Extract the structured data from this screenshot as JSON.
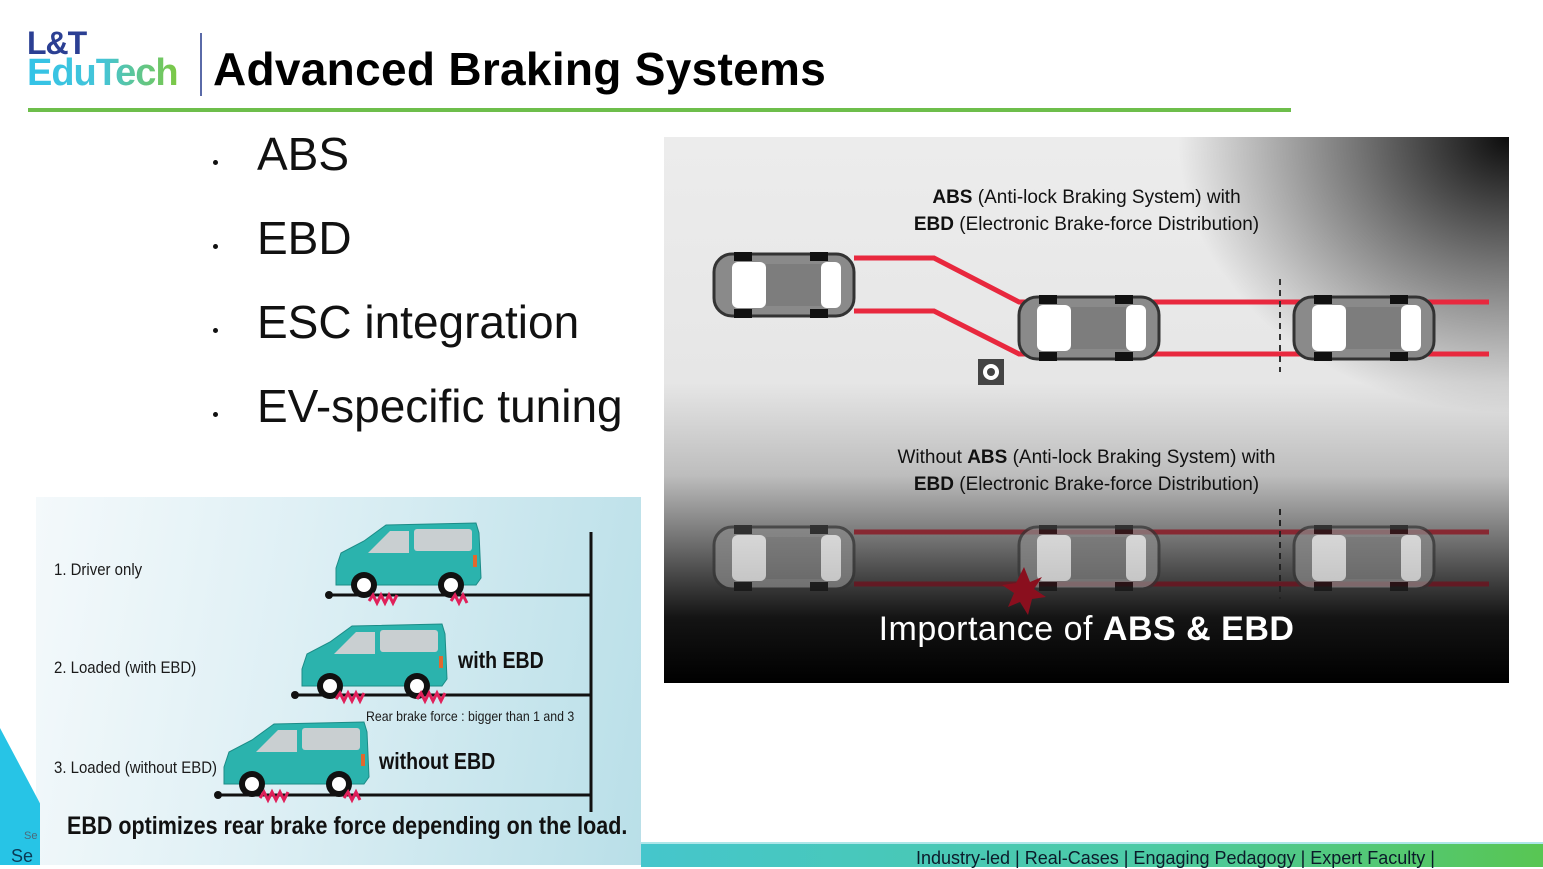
{
  "header": {
    "logo_line1": "L&T",
    "logo_line2": "EduTech",
    "title": "Advanced Braking Systems",
    "accent_color": "#6dbe4b"
  },
  "bullets": [
    "ABS",
    "EBD",
    "ESC integration",
    "EV-specific tuning"
  ],
  "abs_figure": {
    "top_caption_bold1": "ABS",
    "top_caption_line1": " (Anti-lock Braking System) with",
    "top_caption_bold2": "EBD",
    "top_caption_line2": " (Electronic Brake-force Distribution)",
    "bottom_caption_prefix": "Without ",
    "bottom_caption_bold1": "ABS",
    "bottom_caption_line1": " (Anti-lock Braking System) with",
    "bottom_caption_bold2": "EBD",
    "bottom_caption_line2": " (Electronic Brake-force Distribution)",
    "banner_prefix": "Importance of ",
    "banner_bold": "ABS & EBD",
    "track_color": "#e8283e"
  },
  "ebd_figure": {
    "row1_label": "1. Driver only",
    "row2_label": "2. Loaded (with EBD)",
    "row2_tag": "with EBD",
    "row2_note": "Rear brake force : bigger than 1 and 3",
    "row3_label": "3. Loaded (without EBD)",
    "row3_tag": "without EBD",
    "footnote": "EBD optimizes rear brake force depending on the load.",
    "van_color": "#2bb3ad"
  },
  "footer": {
    "left_small": "Se",
    "left_text": "Se",
    "tagline": "Industry-led | Real-Cases | Engaging Pedagogy | Expert Faculty |"
  }
}
